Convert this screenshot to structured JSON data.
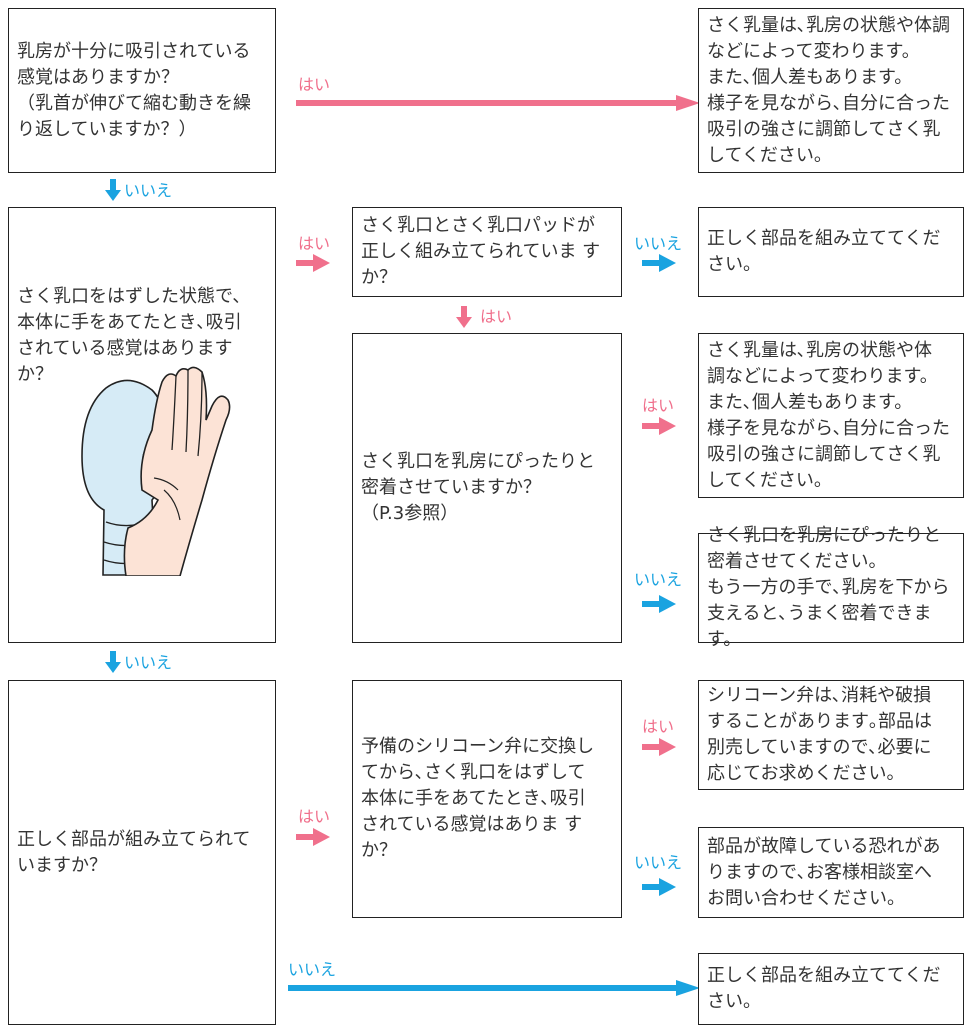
{
  "colors": {
    "yes": "#f0708c",
    "no": "#1aa3e0",
    "border": "#222222"
  },
  "q1": {
    "text": "乳房が十分に吸引されている\n感覚はありますか？\n（乳首が伸びて縮む動きを繰\nり返していますか？）",
    "yes": "はい",
    "no": "いいえ"
  },
  "a1": {
    "text": "さく乳量は､乳房の状態や体調\nなどによって変わります。\nまた､個人差もあります。\n様子を見ながら､自分に合った\n吸引の強さに調節してさく乳\nしてください。"
  },
  "q2": {
    "text": "さく乳口をはずした状態で、\n本体に手をあてたとき､吸引\nされている感覚はありますか？",
    "yes": "はい",
    "no": "いいえ"
  },
  "q2a": {
    "text": "さく乳口とさく乳口パッドが\n正しく組み立てられていま す\nか？",
    "yes": "はい",
    "no": "いいえ"
  },
  "a2": {
    "text": "正しく部品を組み立ててくだ\nさい。"
  },
  "q2b": {
    "text": "さく乳口を乳房にぴったりと\n密着させていますか？\n（P.3参照）",
    "yes": "はい",
    "no": "いいえ"
  },
  "a3": {
    "text": "さく乳量は､乳房の状態や体\n調などによって変わります。\nまた､個人差もあります。\n様子を見ながら､自分に合った\n吸引の強さに調節してさく乳\nしてください。"
  },
  "a4": {
    "text": "さく乳口を乳房にぴったりと\n密着させてください。\nもう一方の手で､乳房を下から\n支えると､うまく密着できます。"
  },
  "q3": {
    "text": "正しく部品が組み立てられて\nいますか？",
    "yes": "はい",
    "no": "いいえ"
  },
  "q3a": {
    "text": "予備のシリコーン弁に交換し\nてから､さく乳口をはずして\n本体に手をあてたとき､吸引\nされている感覚はありま す\nか？",
    "yes": "はい",
    "no": "いいえ"
  },
  "a5": {
    "text": "シリコーン弁は､消耗や破損\nすることがあります｡部品は\n別売していますので､必要に\n応じてお求めください。"
  },
  "a6": {
    "text": "部品が故障している恐れがあ\nりますので､お客様相談室へ\nお問い合わせください。"
  },
  "a7": {
    "text": "正しく部品を組み立ててくだ\nさい。"
  }
}
